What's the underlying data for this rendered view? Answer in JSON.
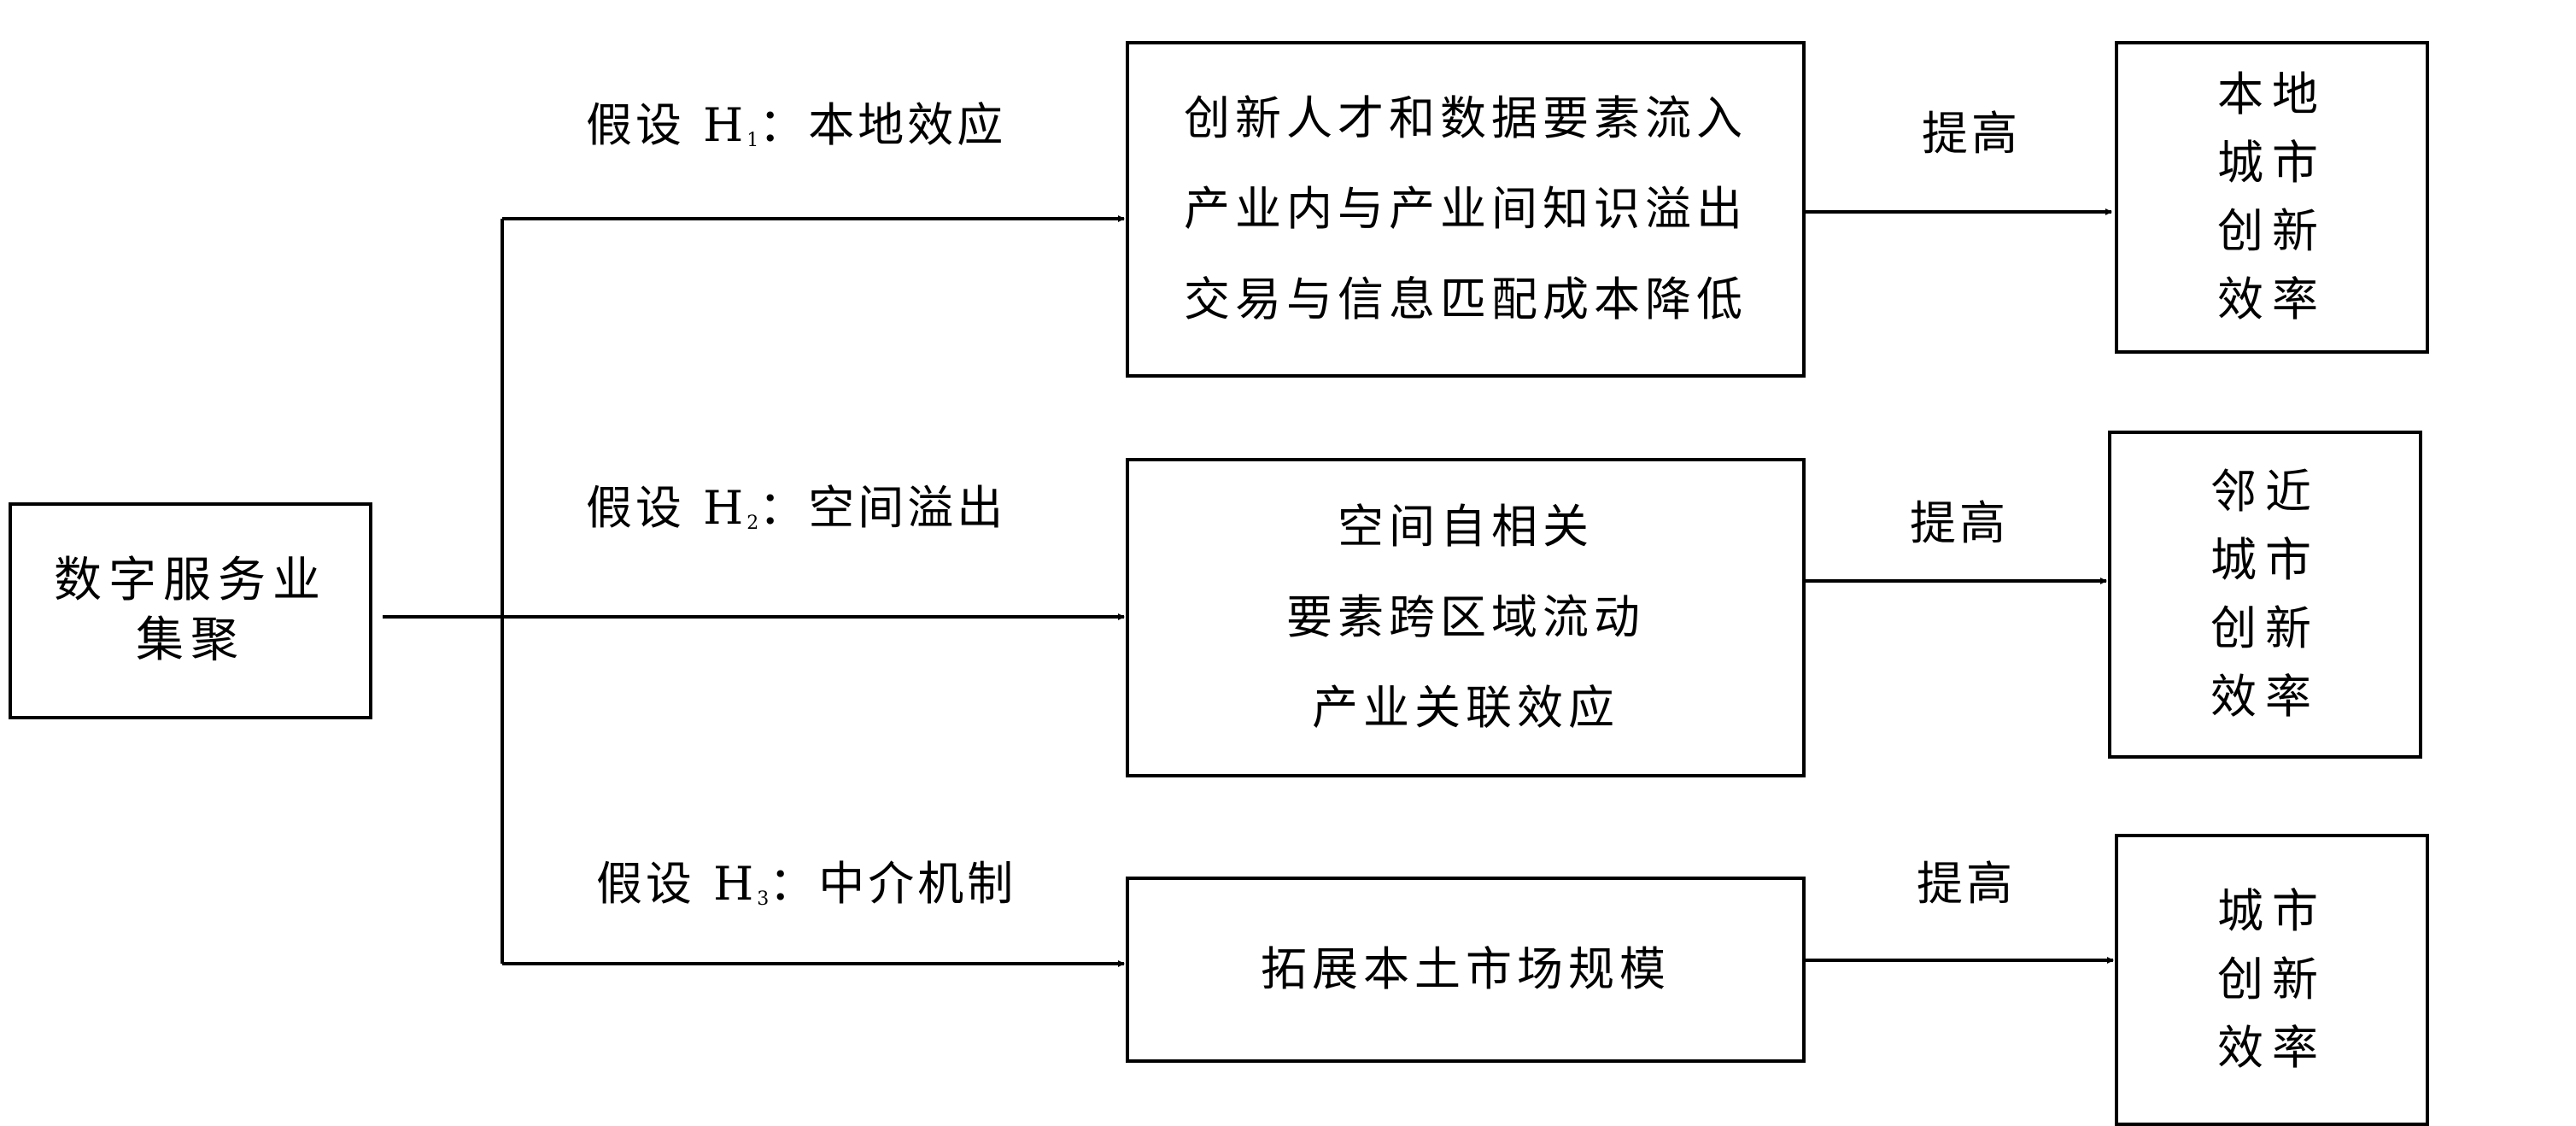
{
  "source": {
    "line1": "数字服务业",
    "line2": "集聚"
  },
  "hypotheses": [
    {
      "prefix": "假设 H",
      "sub": "1",
      "rest": "：本地效应"
    },
    {
      "prefix": "假设 H",
      "sub": "2",
      "rest": "：空间溢出"
    },
    {
      "prefix": "假设 H",
      "sub": "3",
      "rest": "：中介机制"
    }
  ],
  "mechanisms": {
    "top": [
      "创新人才和数据要素流入",
      "产业内与产业间知识溢出",
      "交易与信息匹配成本降低"
    ],
    "mid": [
      "空间自相关",
      "要素跨区域流动",
      "产业关联效应"
    ],
    "bot": [
      "拓展本土市场规模"
    ]
  },
  "arrow_label": "提高",
  "outcomes": {
    "top": [
      "本地",
      "城市",
      "创新",
      "效率"
    ],
    "mid": [
      "邻近",
      "城市",
      "创新",
      "效率"
    ],
    "bot": [
      "城市",
      "创新",
      "效率"
    ]
  }
}
